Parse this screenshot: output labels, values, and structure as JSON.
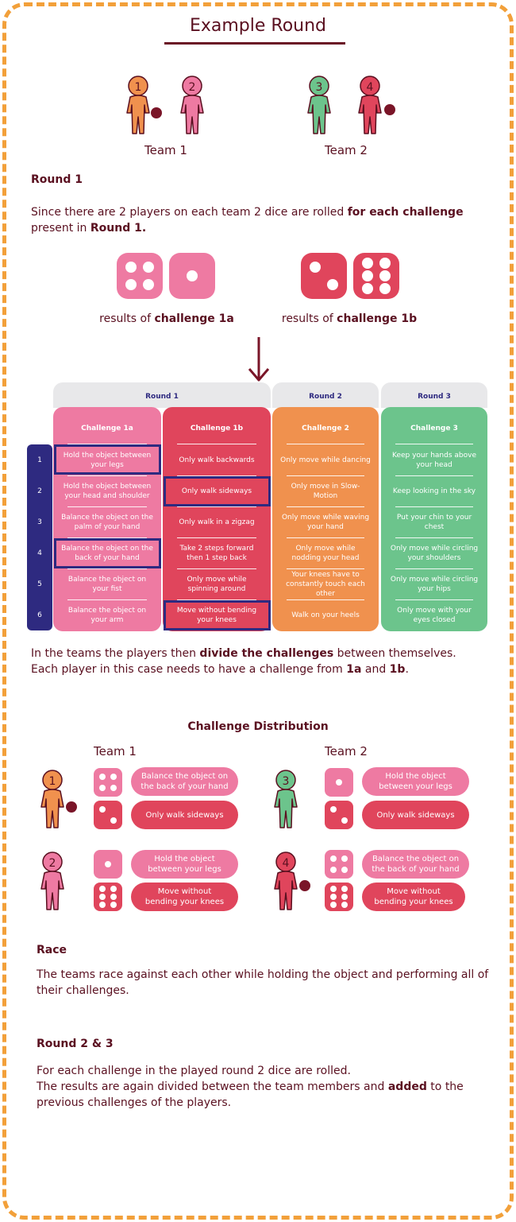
{
  "title": "Example Round",
  "teams": {
    "team1_label": "Team 1",
    "team2_label": "Team 2",
    "players": [
      "1",
      "2",
      "3",
      "4"
    ]
  },
  "round1": {
    "heading": "Round 1",
    "text_a": "Since there are 2 players on each team 2 dice are rolled ",
    "text_b": "for each challenge",
    "text_c": "present in ",
    "text_d": "Round 1."
  },
  "results": {
    "prefix": "results of ",
    "a": "challenge 1a",
    "b": "challenge 1b"
  },
  "table": {
    "groups": [
      "Round 1",
      "Round 2",
      "Round 3"
    ],
    "columns": [
      "Challenge 1a",
      "Challenge 1b",
      "Challenge 2",
      "Challenge 3"
    ],
    "row_numbers": [
      "1",
      "2",
      "3",
      "4",
      "5",
      "6"
    ],
    "cells": [
      [
        "Hold the object between your legs",
        "Hold the object between your head and shoulder",
        "Balance the object on the palm of your hand",
        "Balance the object on the back of your hand",
        "Balance the object on your fist",
        "Balance the object on your arm"
      ],
      [
        "Only walk backwards",
        "Only walk sideways",
        "Only walk in a zigzag",
        "Take 2 steps forward then 1 step back",
        "Only move while spinning around",
        "Move without bending your knees"
      ],
      [
        "Only move while dancing",
        "Only move in Slow-Motion",
        "Only move while waving your hand",
        "Only move while nodding your head",
        "Your knees have to constantly touch each other",
        "Walk on your heels"
      ],
      [
        "Keep your hands above your head",
        "Keep looking in the sky",
        "Put your chin to your chest",
        "Only move while circling your shoulders",
        "Only move while circling your hips",
        "Only move with your eyes closed"
      ]
    ]
  },
  "divide": {
    "a": "In the teams the players then ",
    "b": "divide the challenges",
    "c": " between themselves.",
    "d": "Each player in this case needs to have a challenge from ",
    "e": "1a",
    "f": " and ",
    "g": "1b",
    "h": "."
  },
  "distribution": {
    "title": "Challenge Distribution",
    "team1_label": "Team 1",
    "team2_label": "Team 2",
    "p1_a": "Balance the object on the back of your hand",
    "p1_b": "Only walk sideways",
    "p2_a": "Hold the object between your legs",
    "p2_b": "Move without bending your knees",
    "p3_a": "Hold the object between your legs",
    "p3_b": "Only walk sideways",
    "p4_a": "Balance the object on the back of your hand",
    "p4_b": "Move without bending your knees"
  },
  "race": {
    "heading": "Race",
    "text": "The teams race against each other while holding the object and performing all of their challenges."
  },
  "round23": {
    "heading": "Round 2 & 3",
    "line1": "For each challenge in the played round 2 dice are rolled.",
    "line2a": "The results are again divided between the team members and ",
    "line2b": "added",
    "line2c": " to the previous challenges of the players."
  },
  "colors": {
    "orange": "#f0914e",
    "pink": "#ee7aa2",
    "green": "#6cc48c",
    "red": "#e0455c",
    "navy": "#2e2a80",
    "frame": "#f2a03a",
    "text": "#5a1020"
  }
}
